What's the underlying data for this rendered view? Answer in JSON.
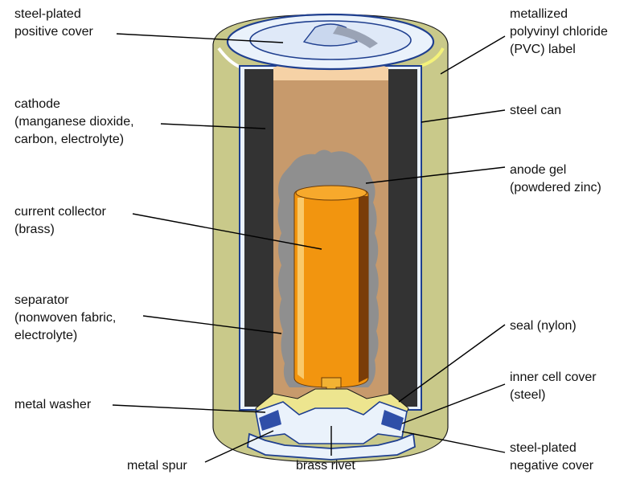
{
  "colors": {
    "label_outer": "#c9c98a",
    "label_inner": "#d8d59a",
    "steel": "#eaf2fb",
    "outline": "#1f3f8f",
    "cathode": "#333333",
    "anode": "#8f8f8f",
    "separator": "#c79a6c",
    "collector": "#f2950f",
    "collector_dark": "#7a3d08",
    "brass": "#f2b233",
    "seal": "#ede58f",
    "leader": "#000000"
  },
  "labels": {
    "positive_cover": [
      "steel-plated",
      "positive cover"
    ],
    "cathode": [
      "cathode",
      "(manganese dioxide,",
      "carbon, electrolyte)"
    ],
    "current_collector": [
      "current collector",
      "(brass)"
    ],
    "separator": [
      "separator",
      "(nonwoven fabric,",
      "electrolyte)"
    ],
    "metal_washer": [
      "metal washer"
    ],
    "metal_spur": [
      "metal spur"
    ],
    "brass_rivet": [
      "brass rivet"
    ],
    "pvc_label": [
      "metallized",
      "polyvinyl chloride",
      "(PVC) label"
    ],
    "steel_can": [
      "steel can"
    ],
    "anode_gel": [
      "anode gel",
      "(powdered zinc)"
    ],
    "seal": [
      "seal (nylon)"
    ],
    "inner_cell_cover": [
      "inner cell cover",
      "(steel)"
    ],
    "negative_cover": [
      "steel-plated",
      "negative cover"
    ]
  }
}
